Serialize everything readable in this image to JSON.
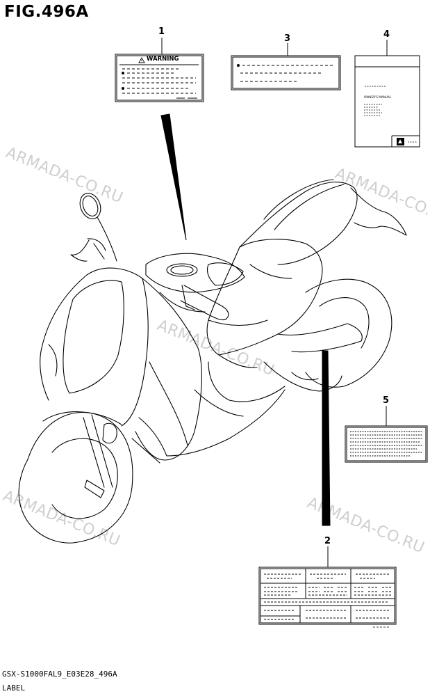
{
  "figure": {
    "title": "FIG.496A"
  },
  "watermarks": [
    "ARMADA-CO.RU",
    "ARMADA-CO.RU",
    "ARMADA-CO.RU",
    "ARMADA-CO.RU",
    "ARMADA-CO.RU"
  ],
  "callouts": [
    {
      "number": "1"
    },
    {
      "number": "2"
    },
    {
      "number": "3"
    },
    {
      "number": "4"
    },
    {
      "number": "5"
    }
  ],
  "labels": {
    "warning_label": {
      "heading": "WARNING",
      "icon": "warning-triangle-icon"
    },
    "owners_manual": {
      "title": "OWNER'S MANUAL",
      "icon": "suzuki-emblem-icon"
    }
  },
  "footer": {
    "code": "GSX-S1000FAL9_E03E28_496A",
    "caption": "LABEL"
  }
}
